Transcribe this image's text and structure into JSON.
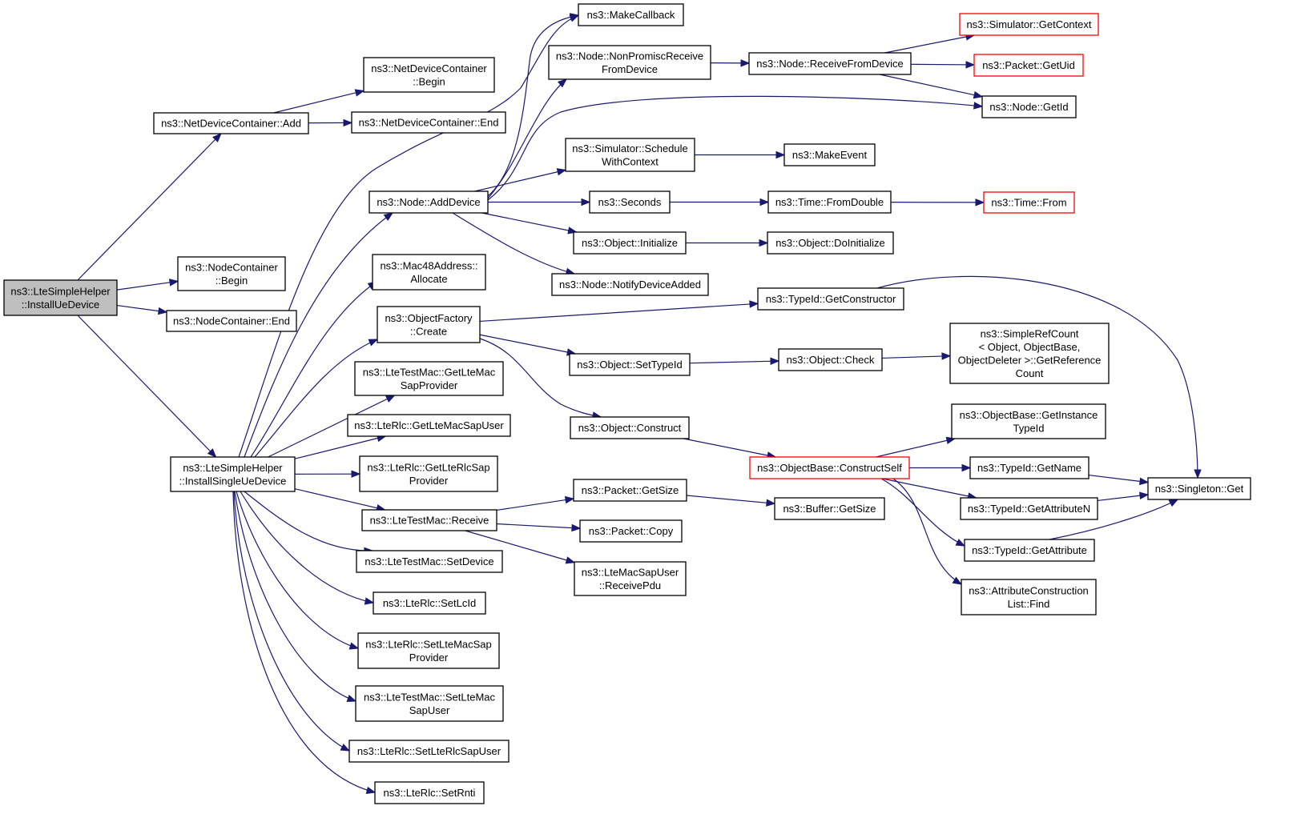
{
  "nodes": [
    {
      "id": "n0",
      "lines": [
        "ns3::LteSimpleHelper",
        "::InstallUeDevice"
      ],
      "root": true
    },
    {
      "id": "n1",
      "lines": [
        "ns3::NetDeviceContainer::Add"
      ]
    },
    {
      "id": "n2",
      "lines": [
        "ns3::NetDeviceContainer",
        "::Begin"
      ]
    },
    {
      "id": "n3",
      "lines": [
        "ns3::NetDeviceContainer::End"
      ]
    },
    {
      "id": "n4",
      "lines": [
        "ns3::NodeContainer",
        "::Begin"
      ]
    },
    {
      "id": "n5",
      "lines": [
        "ns3::NodeContainer::End"
      ]
    },
    {
      "id": "n6",
      "lines": [
        "ns3::LteSimpleHelper",
        "::InstallSingleUeDevice"
      ]
    },
    {
      "id": "n7",
      "lines": [
        "ns3::MakeCallback"
      ]
    },
    {
      "id": "n8",
      "lines": [
        "ns3::Node::NonPromiscReceive",
        "FromDevice"
      ]
    },
    {
      "id": "n9",
      "lines": [
        "ns3::Node::ReceiveFromDevice"
      ]
    },
    {
      "id": "n10",
      "lines": [
        "ns3::Simulator::GetContext"
      ],
      "truncated": true
    },
    {
      "id": "n11",
      "lines": [
        "ns3::Packet::GetUid"
      ],
      "truncated": true
    },
    {
      "id": "n12",
      "lines": [
        "ns3::Node::GetId"
      ]
    },
    {
      "id": "n13",
      "lines": [
        "ns3::Simulator::Schedule",
        "WithContext"
      ]
    },
    {
      "id": "n14",
      "lines": [
        "ns3::MakeEvent"
      ]
    },
    {
      "id": "n15",
      "lines": [
        "ns3::Node::AddDevice"
      ]
    },
    {
      "id": "n16",
      "lines": [
        "ns3::Seconds"
      ]
    },
    {
      "id": "n17",
      "lines": [
        "ns3::Time::FromDouble"
      ]
    },
    {
      "id": "n18",
      "lines": [
        "ns3::Time::From"
      ],
      "truncated": true
    },
    {
      "id": "n19",
      "lines": [
        "ns3::Object::Initialize"
      ]
    },
    {
      "id": "n20",
      "lines": [
        "ns3::Object::DoInitialize"
      ]
    },
    {
      "id": "n21",
      "lines": [
        "ns3::Node::NotifyDeviceAdded"
      ]
    },
    {
      "id": "n22",
      "lines": [
        "ns3::Mac48Address::",
        "Allocate"
      ]
    },
    {
      "id": "n23",
      "lines": [
        "ns3::ObjectFactory",
        "::Create"
      ]
    },
    {
      "id": "n24",
      "lines": [
        "ns3::TypeId::GetConstructor"
      ]
    },
    {
      "id": "n25",
      "lines": [
        "ns3::Object::SetTypeId"
      ]
    },
    {
      "id": "n26",
      "lines": [
        "ns3::Object::Check"
      ]
    },
    {
      "id": "n27",
      "lines": [
        "ns3::SimpleRefCount",
        "< Object, ObjectBase,",
        "ObjectDeleter >::GetReference",
        "Count"
      ]
    },
    {
      "id": "n28",
      "lines": [
        "ns3::LteTestMac::GetLteMac",
        "SapProvider"
      ]
    },
    {
      "id": "n29",
      "lines": [
        "ns3::LteRlc::GetLteMacSapUser"
      ]
    },
    {
      "id": "n30",
      "lines": [
        "ns3::Object::Construct"
      ]
    },
    {
      "id": "n31",
      "lines": [
        "ns3::ObjectBase::GetInstance",
        "TypeId"
      ]
    },
    {
      "id": "n32",
      "lines": [
        "ns3::ObjectBase::ConstructSelf"
      ],
      "truncated": true
    },
    {
      "id": "n33",
      "lines": [
        "ns3::TypeId::GetName"
      ]
    },
    {
      "id": "n34",
      "lines": [
        "ns3::Singleton::Get"
      ]
    },
    {
      "id": "n35",
      "lines": [
        "ns3::TypeId::GetAttributeN"
      ]
    },
    {
      "id": "n36",
      "lines": [
        "ns3::TypeId::GetAttribute"
      ]
    },
    {
      "id": "n37",
      "lines": [
        "ns3::AttributeConstruction",
        "List::Find"
      ]
    },
    {
      "id": "n38",
      "lines": [
        "ns3::LteRlc::GetLteRlcSap",
        "Provider"
      ]
    },
    {
      "id": "n39",
      "lines": [
        "ns3::Packet::GetSize"
      ]
    },
    {
      "id": "n40",
      "lines": [
        "ns3::Buffer::GetSize"
      ]
    },
    {
      "id": "n41",
      "lines": [
        "ns3::LteTestMac::Receive"
      ]
    },
    {
      "id": "n42",
      "lines": [
        "ns3::Packet::Copy"
      ]
    },
    {
      "id": "n43",
      "lines": [
        "ns3::LteMacSapUser",
        "::ReceivePdu"
      ]
    },
    {
      "id": "n44",
      "lines": [
        "ns3::LteTestMac::SetDevice"
      ]
    },
    {
      "id": "n45",
      "lines": [
        "ns3::LteRlc::SetLcId"
      ]
    },
    {
      "id": "n46",
      "lines": [
        "ns3::LteRlc::SetLteMacSap",
        "Provider"
      ]
    },
    {
      "id": "n47",
      "lines": [
        "ns3::LteTestMac::SetLteMac",
        "SapUser"
      ]
    },
    {
      "id": "n48",
      "lines": [
        "ns3::LteRlc::SetLteRlcSapUser"
      ]
    },
    {
      "id": "n49",
      "lines": [
        "ns3::LteRlc::SetRnti"
      ]
    }
  ],
  "edges": [
    [
      "n0",
      "n1"
    ],
    [
      "n0",
      "n4"
    ],
    [
      "n0",
      "n5"
    ],
    [
      "n0",
      "n6"
    ],
    [
      "n1",
      "n2"
    ],
    [
      "n1",
      "n3"
    ],
    [
      "n6",
      "n7"
    ],
    [
      "n6",
      "n15"
    ],
    [
      "n6",
      "n22"
    ],
    [
      "n6",
      "n23"
    ],
    [
      "n6",
      "n28"
    ],
    [
      "n6",
      "n29"
    ],
    [
      "n6",
      "n38"
    ],
    [
      "n6",
      "n41"
    ],
    [
      "n6",
      "n44"
    ],
    [
      "n6",
      "n45"
    ],
    [
      "n6",
      "n46"
    ],
    [
      "n6",
      "n47"
    ],
    [
      "n6",
      "n48"
    ],
    [
      "n6",
      "n49"
    ],
    [
      "n15",
      "n7"
    ],
    [
      "n15",
      "n8"
    ],
    [
      "n15",
      "n12"
    ],
    [
      "n15",
      "n13"
    ],
    [
      "n15",
      "n16"
    ],
    [
      "n15",
      "n19"
    ],
    [
      "n15",
      "n21"
    ],
    [
      "n8",
      "n9"
    ],
    [
      "n9",
      "n10"
    ],
    [
      "n9",
      "n11"
    ],
    [
      "n9",
      "n12"
    ],
    [
      "n13",
      "n14"
    ],
    [
      "n16",
      "n17"
    ],
    [
      "n17",
      "n18"
    ],
    [
      "n19",
      "n20"
    ],
    [
      "n23",
      "n24"
    ],
    [
      "n23",
      "n25"
    ],
    [
      "n23",
      "n30"
    ],
    [
      "n24",
      "n34"
    ],
    [
      "n25",
      "n26"
    ],
    [
      "n26",
      "n27"
    ],
    [
      "n30",
      "n32"
    ],
    [
      "n32",
      "n31"
    ],
    [
      "n32",
      "n33"
    ],
    [
      "n32",
      "n35"
    ],
    [
      "n32",
      "n36"
    ],
    [
      "n32",
      "n37"
    ],
    [
      "n33",
      "n34"
    ],
    [
      "n35",
      "n34"
    ],
    [
      "n36",
      "n34"
    ],
    [
      "n41",
      "n39"
    ],
    [
      "n41",
      "n42"
    ],
    [
      "n41",
      "n43"
    ],
    [
      "n39",
      "n40"
    ]
  ],
  "colors": {
    "edge": "#191970",
    "node_border": "#000000",
    "truncated_border": "#ff0000",
    "root_fill": "#bfbfbf"
  }
}
